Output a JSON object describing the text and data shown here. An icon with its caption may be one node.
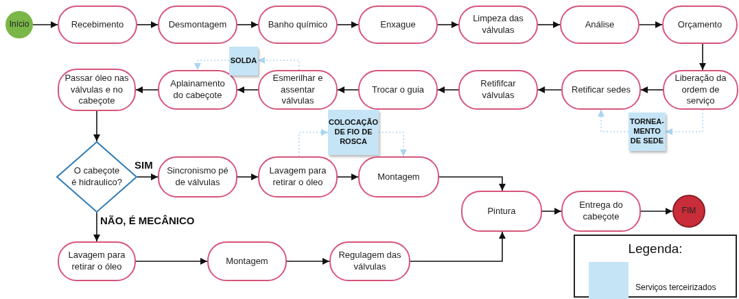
{
  "diagram": {
    "nodes": [
      {
        "text": [
          "Início"
        ]
      },
      {
        "text": [
          "Recebimento"
        ]
      },
      {
        "text": [
          "Desmontagem"
        ]
      },
      {
        "text": [
          "Banho químico"
        ]
      },
      {
        "text": [
          "Enxague"
        ]
      },
      {
        "text": [
          "Limpeza das válvulas"
        ]
      },
      {
        "text": [
          "Análise"
        ]
      },
      {
        "text": [
          "Orçamento"
        ]
      },
      {
        "text": [
          "Passar óleo nas válvulas e no cabeçote"
        ]
      },
      {
        "text": [
          "Aplainamento do cabeçote"
        ]
      },
      {
        "text": [
          "SOLDA"
        ]
      },
      {
        "text": [
          "Esmerilhar e assentar válvulas"
        ]
      },
      {
        "text": [
          "Trocar o guia"
        ]
      },
      {
        "text": [
          "Retififcar válvulas"
        ]
      },
      {
        "text": [
          "Retificar sedes"
        ]
      },
      {
        "text": [
          "Liberação da ordem de serviço"
        ]
      },
      {
        "text": [
          "TORNEA- MENTO DE SEDE"
        ]
      },
      {
        "text": [
          "COLOCAÇÃO DE FIO DE ROSCA"
        ]
      },
      {
        "text": [
          "O cabeçote é hidraulico?"
        ]
      },
      {
        "text": [
          "Sincronismo pé de válvulas"
        ]
      },
      {
        "text": [
          "Lavagem para retirar o óleo"
        ]
      },
      {
        "text": [
          "Montagem"
        ]
      },
      {
        "text": [
          "Pintura"
        ]
      },
      {
        "text": [
          "Entrega do cabeçote"
        ]
      },
      {
        "text": [
          "FIM"
        ]
      },
      {
        "text": [
          "Lavagem para retirar o óleo"
        ]
      },
      {
        "text": [
          "Montagem"
        ]
      },
      {
        "text": [
          "Regulagem das válvulas"
        ]
      }
    ],
    "edges": [
      {
        "from": 0,
        "to": 1,
        "arrow": "to"
      },
      {
        "from": 1,
        "to": 2,
        "arrow": "to"
      },
      {
        "from": 2,
        "to": 3,
        "arrow": "to"
      },
      {
        "from": 3,
        "to": 4,
        "arrow": "to"
      },
      {
        "from": 4,
        "to": 5,
        "arrow": "to"
      },
      {
        "from": 5,
        "to": 6,
        "arrow": "to"
      },
      {
        "from": 6,
        "to": 7,
        "arrow": "to"
      },
      {
        "from": 7,
        "to": 15,
        "arrow": "to"
      },
      {
        "from": 15,
        "to": 14,
        "arrow": "to"
      },
      {
        "from": 14,
        "to": 13,
        "arrow": "to"
      },
      {
        "from": 13,
        "to": 12,
        "arrow": "to"
      },
      {
        "from": 12,
        "to": 11,
        "arrow": "to"
      },
      {
        "from": 11,
        "to": 9,
        "arrow": "to"
      },
      {
        "from": 9,
        "to": 8,
        "arrow": "to"
      },
      {
        "from": 8,
        "to": 18,
        "arrow": "to"
      },
      {
        "from": 18,
        "to": 19,
        "arrow": "to",
        "label": "SIM"
      },
      {
        "from": 19,
        "to": 20,
        "arrow": "to"
      },
      {
        "from": 20,
        "to": 21,
        "arrow": "to"
      },
      {
        "from": 21,
        "to": 22,
        "arrow": "to"
      },
      {
        "from": 18,
        "to": 25,
        "arrow": "to",
        "label": "NÃO, É MECÂNICO"
      },
      {
        "from": 25,
        "to": 26,
        "arrow": "to"
      },
      {
        "from": 26,
        "to": 27,
        "arrow": "to"
      },
      {
        "from": 27,
        "to": 22,
        "arrow": "to"
      },
      {
        "from": 22,
        "to": 23,
        "arrow": "to"
      },
      {
        "from": 23,
        "to": 24,
        "arrow": "to"
      },
      {
        "from": 11,
        "to": 10,
        "arrow": "to",
        "style": "dashed",
        "color": "#a9d6f0"
      },
      {
        "from": 10,
        "to": 9,
        "arrow": "to",
        "style": "dashed",
        "color": "#a9d6f0"
      },
      {
        "from": 15,
        "to": 16,
        "arrow": "to",
        "style": "dashed",
        "color": "#a9d6f0"
      },
      {
        "from": 16,
        "to": 14,
        "arrow": "to",
        "style": "dashed",
        "color": "#a9d6f0"
      },
      {
        "from": 20,
        "to": 17,
        "arrow": "to",
        "style": "dashed",
        "color": "#a9d6f0"
      },
      {
        "from": 17,
        "to": 21,
        "arrow": "to",
        "style": "dashed",
        "color": "#a9d6f0"
      }
    ],
    "labels": [
      "Legenda:"
    ],
    "legend": [
      {
        "text": "Serviços terceirizados",
        "color": "#c5e4f6"
      }
    ]
  }
}
